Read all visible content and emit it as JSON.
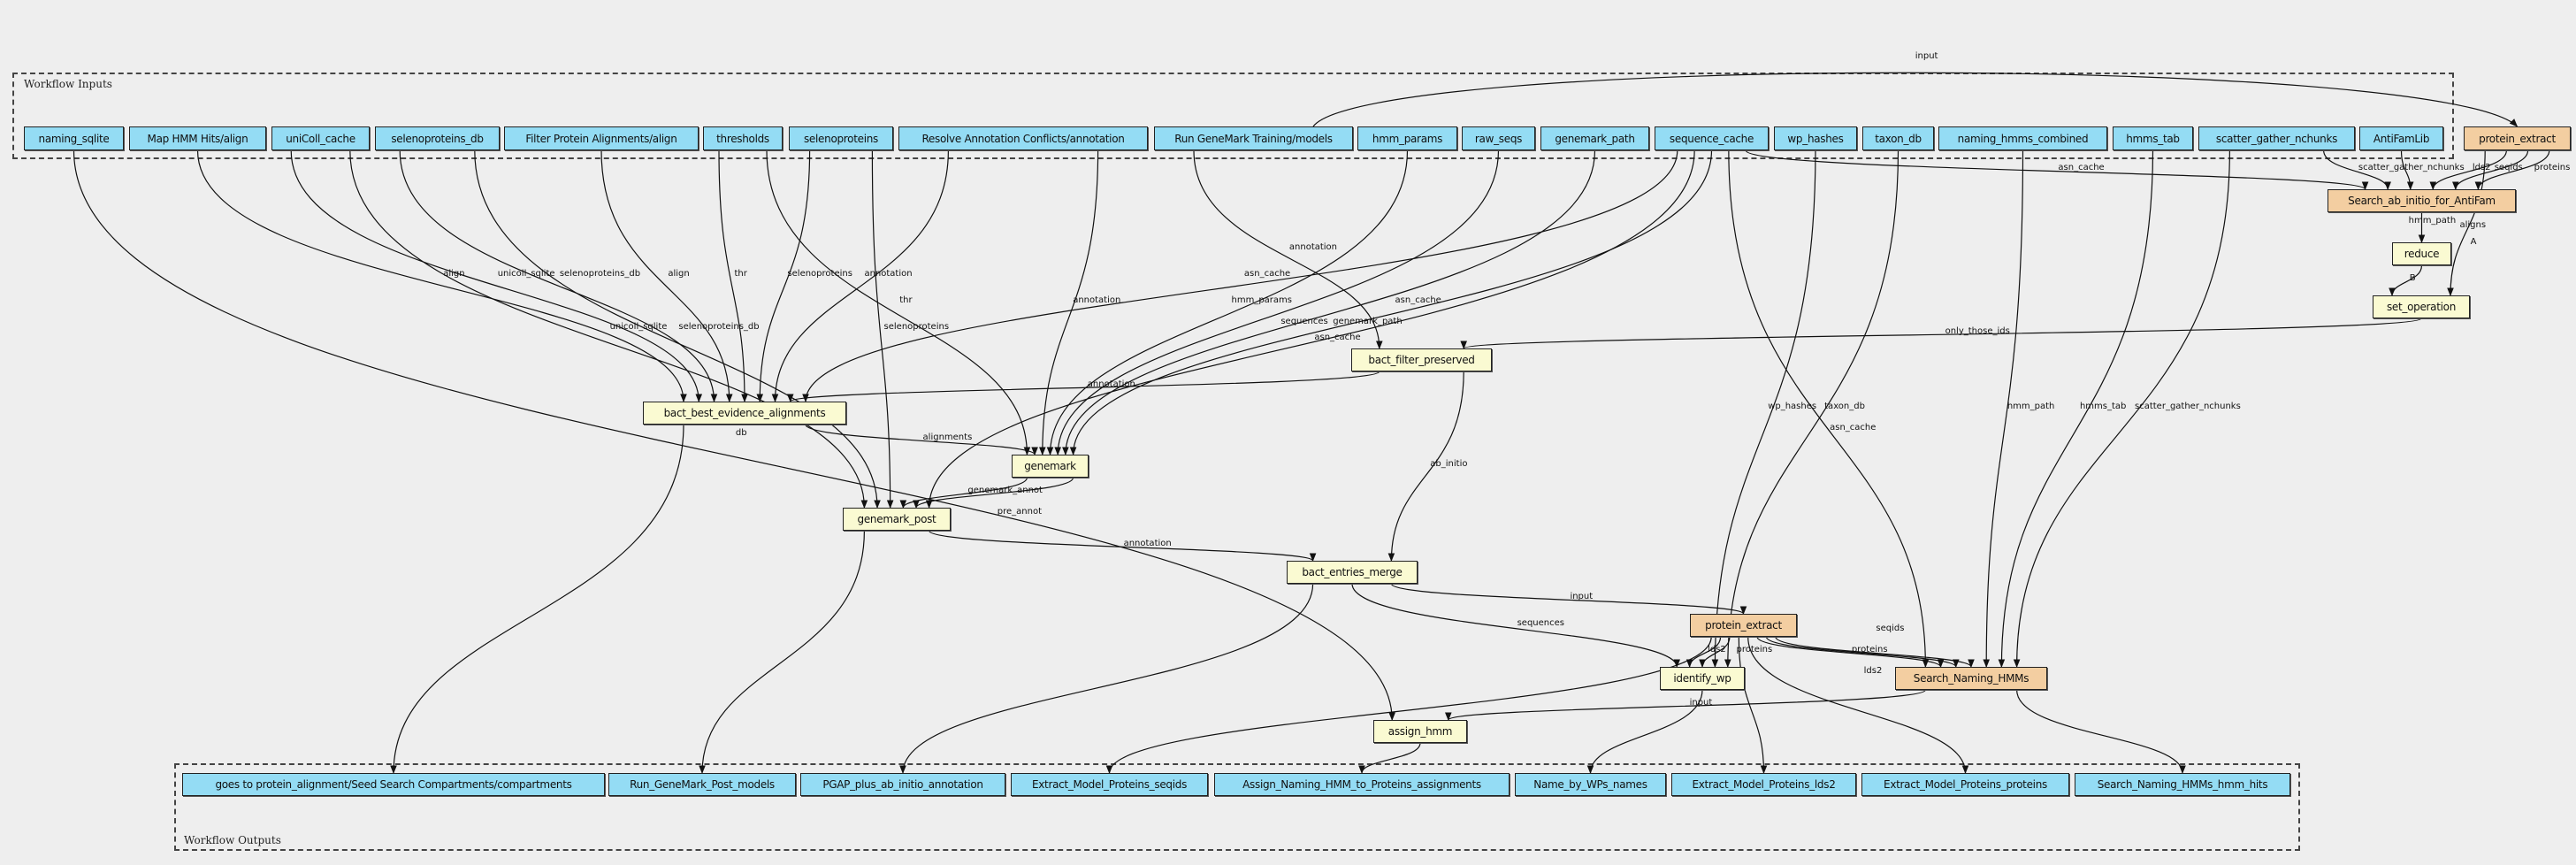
{
  "clusters": {
    "inputs_label": "Workflow Inputs",
    "outputs_label": "Workflow Outputs"
  },
  "nodes": {
    "in_naming_sqlite": {
      "label": "naming_sqlite",
      "kind": "io"
    },
    "in_map_hmm": {
      "label": "Map HMM Hits/align",
      "kind": "io"
    },
    "in_unicoll": {
      "label": "uniColl_cache",
      "kind": "io"
    },
    "in_seleno_db": {
      "label": "selenoproteins_db",
      "kind": "io"
    },
    "in_filter_align": {
      "label": "Filter Protein Alignments/align",
      "kind": "io"
    },
    "in_thresholds": {
      "label": "thresholds",
      "kind": "io"
    },
    "in_seleno": {
      "label": "selenoproteins",
      "kind": "io"
    },
    "in_resolve": {
      "label": "Resolve Annotation Conflicts/annotation",
      "kind": "io"
    },
    "in_run_genemark": {
      "label": "Run GeneMark Training/models",
      "kind": "io"
    },
    "in_hmm_params": {
      "label": "hmm_params",
      "kind": "io"
    },
    "in_raw_seqs": {
      "label": "raw_seqs",
      "kind": "io"
    },
    "in_genemark_path": {
      "label": "genemark_path",
      "kind": "io"
    },
    "in_sequence_cache": {
      "label": "sequence_cache",
      "kind": "io"
    },
    "in_wp_hashes": {
      "label": "wp_hashes",
      "kind": "io"
    },
    "in_taxon_db": {
      "label": "taxon_db",
      "kind": "io"
    },
    "in_naming_hmms": {
      "label": "naming_hmms_combined",
      "kind": "io"
    },
    "in_hmms_tab": {
      "label": "hmms_tab",
      "kind": "io"
    },
    "in_scatter": {
      "label": "scatter_gather_nchunks",
      "kind": "io"
    },
    "in_antifam": {
      "label": "AntiFamLib",
      "kind": "io"
    },
    "protein_extract_top": {
      "label": "protein_extract",
      "kind": "sub"
    },
    "search_antifam": {
      "label": "Search_ab_initio_for_AntiFam",
      "kind": "sub"
    },
    "reduce": {
      "label": "reduce",
      "kind": "step"
    },
    "set_operation": {
      "label": "set_operation",
      "kind": "step"
    },
    "bact_filter_preserved": {
      "label": "bact_filter_preserved",
      "kind": "step"
    },
    "bbea": {
      "label": "bact_best_evidence_alignments",
      "kind": "step"
    },
    "genemark": {
      "label": "genemark",
      "kind": "step"
    },
    "genemark_post": {
      "label": "genemark_post",
      "kind": "step"
    },
    "bact_entries_merge": {
      "label": "bact_entries_merge",
      "kind": "step"
    },
    "protein_extract_mid": {
      "label": "protein_extract",
      "kind": "sub"
    },
    "identify_wp": {
      "label": "identify_wp",
      "kind": "step"
    },
    "search_naming": {
      "label": "Search_Naming_HMMs",
      "kind": "sub"
    },
    "assign_hmm": {
      "label": "assign_hmm",
      "kind": "step"
    },
    "out_goes": {
      "label": "goes to protein_alignment/Seed Search Compartments/compartments",
      "kind": "io"
    },
    "out_run_post": {
      "label": "Run_GeneMark_Post_models",
      "kind": "io"
    },
    "out_pgap": {
      "label": "PGAP_plus_ab_initio_annotation",
      "kind": "io"
    },
    "out_seqids": {
      "label": "Extract_Model_Proteins_seqids",
      "kind": "io"
    },
    "out_assign": {
      "label": "Assign_Naming_HMM_to_Proteins_assignments",
      "kind": "io"
    },
    "out_names": {
      "label": "Name_by_WPs_names",
      "kind": "io"
    },
    "out_lds2": {
      "label": "Extract_Model_Proteins_lds2",
      "kind": "io"
    },
    "out_proteins": {
      "label": "Extract_Model_Proteins_proteins",
      "kind": "io"
    },
    "out_hmm_hits": {
      "label": "Search_Naming_HMMs_hmm_hits",
      "kind": "io"
    }
  },
  "edges": [
    {
      "from": "in_run_genemark",
      "to": "protein_extract_top",
      "label": "input"
    },
    {
      "from": "in_scatter",
      "to": "search_antifam",
      "label": "scatter_gather_nchunks"
    },
    {
      "from": "in_antifam",
      "to": "search_antifam",
      "label": "hmm_path"
    },
    {
      "from": "protein_extract_top",
      "to": "search_antifam",
      "label": "lds2"
    },
    {
      "from": "protein_extract_top",
      "to": "search_antifam",
      "label": "seqids"
    },
    {
      "from": "protein_extract_top",
      "to": "search_antifam",
      "label": "proteins"
    },
    {
      "from": "in_sequence_cache",
      "to": "search_antifam",
      "label": "asn_cache"
    },
    {
      "from": "search_antifam",
      "to": "reduce",
      "label": "aligns"
    },
    {
      "from": "reduce",
      "to": "set_operation",
      "label": "B"
    },
    {
      "from": "protein_extract_top",
      "to": "set_operation",
      "label": "A"
    },
    {
      "from": "set_operation",
      "to": "bact_filter_preserved",
      "label": "only_those_ids"
    },
    {
      "from": "in_run_genemark",
      "to": "bact_filter_preserved",
      "label": "annotation"
    },
    {
      "from": "in_unicoll",
      "to": "bbea",
      "label": "unicoll_sqlite"
    },
    {
      "from": "in_map_hmm",
      "to": "bbea",
      "label": "align"
    },
    {
      "from": "in_sequence_cache",
      "to": "bbea",
      "label": "asn_cache"
    },
    {
      "from": "in_seleno_db",
      "to": "bbea",
      "label": "selenoproteins_db"
    },
    {
      "from": "in_filter_align",
      "to": "bbea",
      "label": "align"
    },
    {
      "from": "in_thresholds",
      "to": "bbea",
      "label": "thr"
    },
    {
      "from": "in_seleno",
      "to": "bbea",
      "label": "selenoproteins"
    },
    {
      "from": "in_resolve",
      "to": "bbea",
      "label": "annotation"
    },
    {
      "from": "bact_filter_preserved",
      "to": "bbea",
      "label": "annotation"
    },
    {
      "from": "in_thresholds",
      "to": "genemark",
      "label": "thr"
    },
    {
      "from": "in_resolve",
      "to": "genemark",
      "label": "annotation"
    },
    {
      "from": "in_sequence_cache",
      "to": "genemark",
      "label": "asn_cache"
    },
    {
      "from": "in_hmm_params",
      "to": "genemark",
      "label": "hmm_params"
    },
    {
      "from": "in_raw_seqs",
      "to": "genemark",
      "label": "sequences"
    },
    {
      "from": "in_genemark_path",
      "to": "genemark",
      "label": "genemark_path"
    },
    {
      "from": "bbea",
      "to": "genemark",
      "label": "alignments"
    },
    {
      "from": "in_unicoll",
      "to": "genemark_post",
      "label": "unicoll_sqlite"
    },
    {
      "from": "in_sequence_cache",
      "to": "genemark_post",
      "label": "asn_cache"
    },
    {
      "from": "in_seleno_db",
      "to": "genemark_post",
      "label": "selenoproteins_db"
    },
    {
      "from": "in_seleno",
      "to": "genemark_post",
      "label": "selenoproteins"
    },
    {
      "from": "genemark",
      "to": "genemark_post",
      "label": "genemark_annot"
    },
    {
      "from": "genemark",
      "to": "genemark_post",
      "label": "pre_annot"
    },
    {
      "from": "genemark_post",
      "to": "bact_entries_merge",
      "label": "annotation"
    },
    {
      "from": "bact_filter_preserved",
      "to": "bact_entries_merge",
      "label": "ab_initio"
    },
    {
      "from": "bact_entries_merge",
      "to": "protein_extract_mid",
      "label": "input"
    },
    {
      "from": "bact_entries_merge",
      "to": "identify_wp",
      "label": "sequences"
    },
    {
      "from": "protein_extract_mid",
      "to": "identify_wp",
      "label": "lds2"
    },
    {
      "from": "protein_extract_mid",
      "to": "identify_wp",
      "label": "proteins"
    },
    {
      "from": "in_wp_hashes",
      "to": "identify_wp",
      "label": "wp_hashes"
    },
    {
      "from": "in_taxon_db",
      "to": "identify_wp",
      "label": "taxon_db"
    },
    {
      "from": "protein_extract_mid",
      "to": "search_naming",
      "label": "proteins"
    },
    {
      "from": "protein_extract_mid",
      "to": "search_naming",
      "label": "lds2"
    },
    {
      "from": "protein_extract_mid",
      "to": "search_naming",
      "label": "seqids"
    },
    {
      "from": "in_sequence_cache",
      "to": "search_naming",
      "label": "asn_cache"
    },
    {
      "from": "in_naming_hmms",
      "to": "search_naming",
      "label": "hmm_path"
    },
    {
      "from": "in_hmms_tab",
      "to": "search_naming",
      "label": "hmms_tab"
    },
    {
      "from": "in_scatter",
      "to": "search_naming",
      "label": "scatter_gather_nchunks"
    },
    {
      "from": "search_naming",
      "to": "assign_hmm",
      "label": "input"
    },
    {
      "from": "in_naming_sqlite",
      "to": "assign_hmm",
      "label": "db"
    },
    {
      "from": "bbea",
      "to": "out_goes",
      "label": ""
    },
    {
      "from": "genemark_post",
      "to": "out_run_post",
      "label": ""
    },
    {
      "from": "bact_entries_merge",
      "to": "out_pgap",
      "label": ""
    },
    {
      "from": "protein_extract_mid",
      "to": "out_seqids",
      "label": ""
    },
    {
      "from": "assign_hmm",
      "to": "out_assign",
      "label": ""
    },
    {
      "from": "identify_wp",
      "to": "out_names",
      "label": ""
    },
    {
      "from": "protein_extract_mid",
      "to": "out_lds2",
      "label": ""
    },
    {
      "from": "protein_extract_mid",
      "to": "out_proteins",
      "label": ""
    },
    {
      "from": "search_naming",
      "to": "out_hmm_hits",
      "label": ""
    }
  ]
}
